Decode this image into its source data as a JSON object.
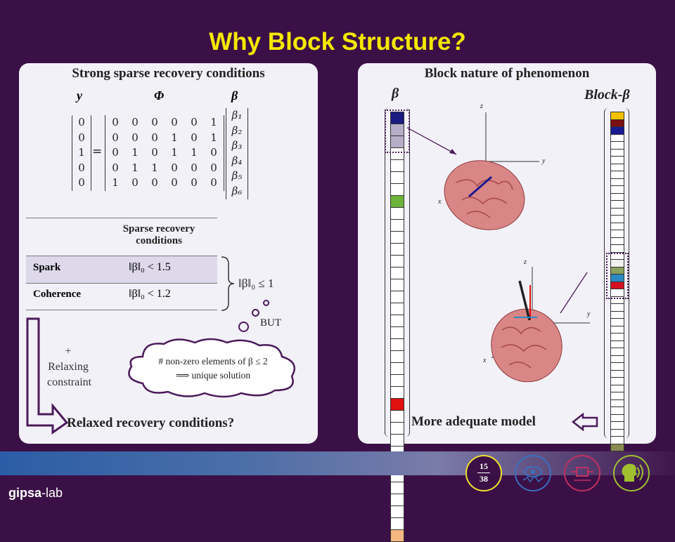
{
  "slide": {
    "title": "Why Block Structure?",
    "page_num": "15",
    "page_total": "38",
    "logo_bold": "gipsa",
    "logo_rest": "-lab"
  },
  "left": {
    "title": "Strong sparse recovery conditions",
    "y_label": "y",
    "phi_label": "Φ",
    "beta_label": "β",
    "y_vec": [
      "0",
      "0",
      "1",
      "0",
      "0"
    ],
    "phi_rows": [
      [
        "0",
        "0",
        "0",
        "0",
        "0",
        "1"
      ],
      [
        "0",
        "0",
        "0",
        "1",
        "0",
        "1"
      ],
      [
        "0",
        "1",
        "0",
        "1",
        "1",
        "0"
      ],
      [
        "0",
        "1",
        "1",
        "0",
        "0",
        "0"
      ],
      [
        "1",
        "0",
        "0",
        "0",
        "0",
        "0"
      ]
    ],
    "beta_vec": [
      "β₁",
      "β₂",
      "β₃",
      "β₄",
      "β₅",
      "β₆"
    ],
    "equals": "=",
    "table_header": "Sparse recovery conditions",
    "rows": [
      {
        "name": "Spark",
        "cond": "‖β‖₀ < 1.5"
      },
      {
        "name": "Coherence",
        "cond": "‖β‖₀ < 1.2"
      }
    ],
    "combined": "‖β‖₀ ≤ 1",
    "but": "BUT",
    "cloud_line1": "# non-zero elements of β ≤ 2",
    "cloud_line2": "⟹  unique solution",
    "relax_plus": "+",
    "relax_line1": "Relaxing",
    "relax_line2": "constraint",
    "bottom": "Relaxed recovery conditions?"
  },
  "right": {
    "title": "Block nature of phenomenon",
    "beta_label": "β",
    "block_label": "Block-β",
    "bottom": "More adequate model",
    "axis_z": "z",
    "axis_y": "y",
    "axis_x": "x",
    "left_column_colors": [
      "#1a1a80",
      "#b6aec8",
      "#b6aec8",
      "#fff",
      "#fff",
      "#fff",
      "#fff",
      "#6cb43a",
      "#fff",
      "#fff",
      "#fff",
      "#fff",
      "#fff",
      "#fff",
      "#fff",
      "#fff",
      "#fff",
      "#fff",
      "#fff",
      "#fff",
      "#fff",
      "#fff",
      "#fff",
      "#fff",
      "#e01010",
      "#fff",
      "#fff",
      "#fff",
      "#fff",
      "#fff",
      "#fff",
      "#fff",
      "#fff",
      "#fff",
      "#fff",
      "#f6b880"
    ],
    "right_column_colors": [
      "#f2c200",
      "#7a1010",
      "#1a1a90",
      "#fff",
      "#fff",
      "#fff",
      "#fff",
      "#fff",
      "#fff",
      "#fff",
      "#fff",
      "#fff",
      "#fff",
      "#fff",
      "#fff",
      "#fff",
      "#fff",
      "#fff",
      "#fff",
      "#fff",
      "#f0f0f0",
      "#8aa060",
      "#2b88c0",
      "#d41020",
      "#fff",
      "#fff",
      "#fff",
      "#fff",
      "#fff",
      "#fff",
      "#fff",
      "#fff",
      "#fff",
      "#fff",
      "#fff",
      "#fff",
      "#fff",
      "#fff",
      "#fff",
      "#fff",
      "#fff",
      "#fff",
      "#fff",
      "#fff",
      "#fff",
      "#8a8a50",
      "#8ab8e0",
      "#e0a0a0"
    ]
  },
  "colors": {
    "accent_title": "#f4e800",
    "dark_purple": "#3b1046",
    "panel_bg": "#f3f1f8",
    "arrow_purple": "#4a1a5a"
  }
}
